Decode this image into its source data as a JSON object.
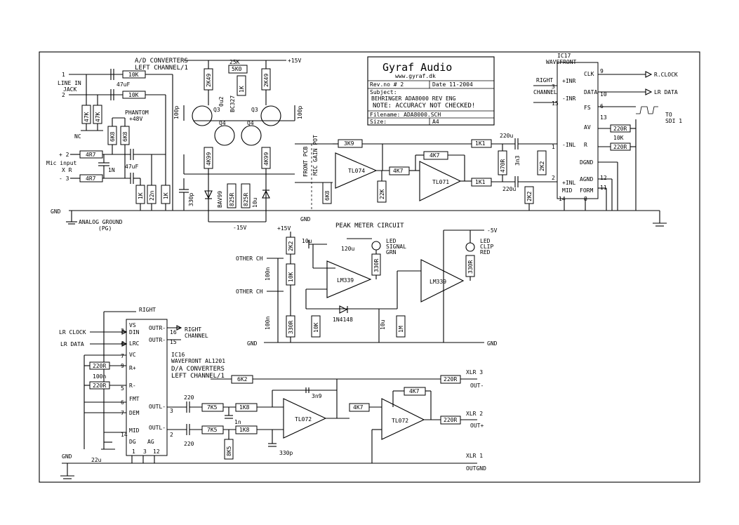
{
  "title_block": {
    "company": "Gyraf Audio",
    "url": "www.gyraf.dk",
    "revision": "Rev.no # 2",
    "date": "Date 11-2004",
    "subject": "Subject:",
    "subject_desc": "BEHRINGER ADA8000 REV ENG",
    "note": "NOTE: ACCURACY NOT CHECKED!",
    "filename": "Filename: ADA8000.SCH",
    "size": "Size:",
    "format": "A4"
  },
  "labels": {
    "ad_title_1": "A/D CONVERTERS",
    "ad_title_2": "LEFT CHANNEL/1",
    "line_in": "LINE IN",
    "jack": "JACK",
    "mic_input": "Mic input",
    "xlr": "X R",
    "phantom": "PHANTOM",
    "phantom_v": "+48V",
    "gnd": "GND",
    "analog_ground": "ANALOG GROUND",
    "pg": "(PG)",
    "plus15": "+15V",
    "minus15": "-15V",
    "front_pcb": "FRONT PCB",
    "gain_pot": "MIC GAIN POT",
    "ic17": "IC17",
    "wavefront": "WAVEFRONT",
    "rclock": "R.CLOCK",
    "lr_data": "LR DATA",
    "right_channel_1": "RIGHT",
    "right_channel_2": "CHANNEL",
    "to_sdi": "TO",
    "sdi": "SDI 1",
    "peak_title": "PEAK METER CIRCUIT",
    "led_green_1": "LED",
    "led_green_2": "SIGNAL",
    "led_green_3": "GRN",
    "led_red_1": "LED",
    "led_red_2": "CLIP",
    "led_red_3": "RED",
    "other_ch_a": "OTHER CH",
    "other_ch_b": "OTHER CH",
    "lm339_a": "LM339",
    "lm339_b": "LM339",
    "tl074": "TL074",
    "tl071": "TL071",
    "tl072_a": "TL072",
    "tl072_b": "TL072",
    "da_title_1": "D/A CONVERTERS",
    "da_title_2": "LEFT CHANNEL/1",
    "ic16": "IC16",
    "wavefront_al": "WAVEFRONT AL1201",
    "lr_clock": "LR CLOCK",
    "lr_data2": "LR DATA",
    "right_ch2_1": "RIGHT",
    "right_ch2_2": "CHANNEL",
    "xlr3": "XLR 3",
    "out_minus": "OUT-",
    "xlr2": "XLR 2",
    "out_plus": "OUT+",
    "xlr1": "XLR 1",
    "out_gnd": "OUTGND",
    "minus5v": "-5V"
  }
}
